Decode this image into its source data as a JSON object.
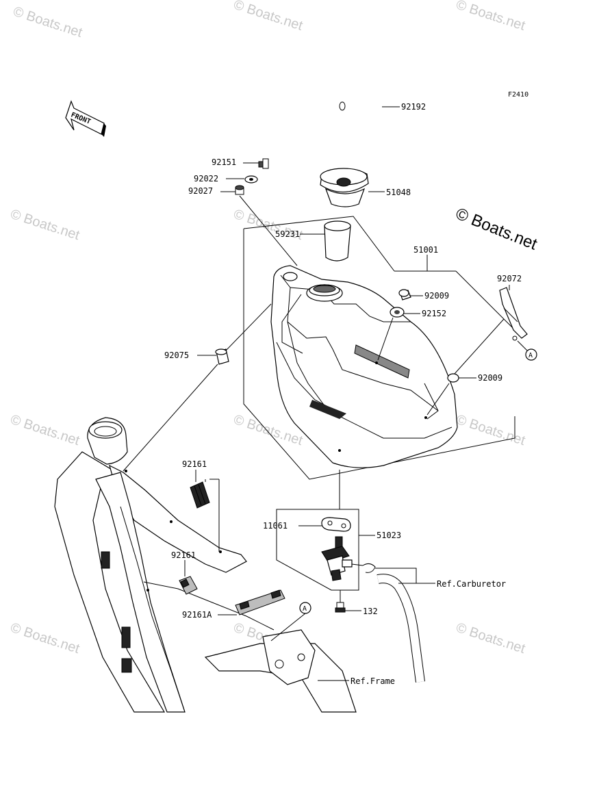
{
  "figure_code": "F2410",
  "front_label": "FRONT",
  "watermark_text": "© Boats.net",
  "part_labels": {
    "p92192": "92192",
    "p92151": "92151",
    "p92022": "92022",
    "p92027": "92027",
    "p51048": "51048",
    "p59231": "59231",
    "p51001": "51001",
    "p92072": "92072",
    "p92009a": "92009",
    "p92152": "92152",
    "p92075": "92075",
    "p92009b": "92009",
    "p92161a": "92161",
    "p92161b": "92161",
    "p92161A": "92161A",
    "p11061": "11061",
    "p51023": "51023",
    "p132": "132"
  },
  "references": {
    "carburetor": "Ref.Carburetor",
    "frame": "Ref.Frame"
  },
  "callouts": {
    "a1": "A",
    "a2": "A"
  }
}
